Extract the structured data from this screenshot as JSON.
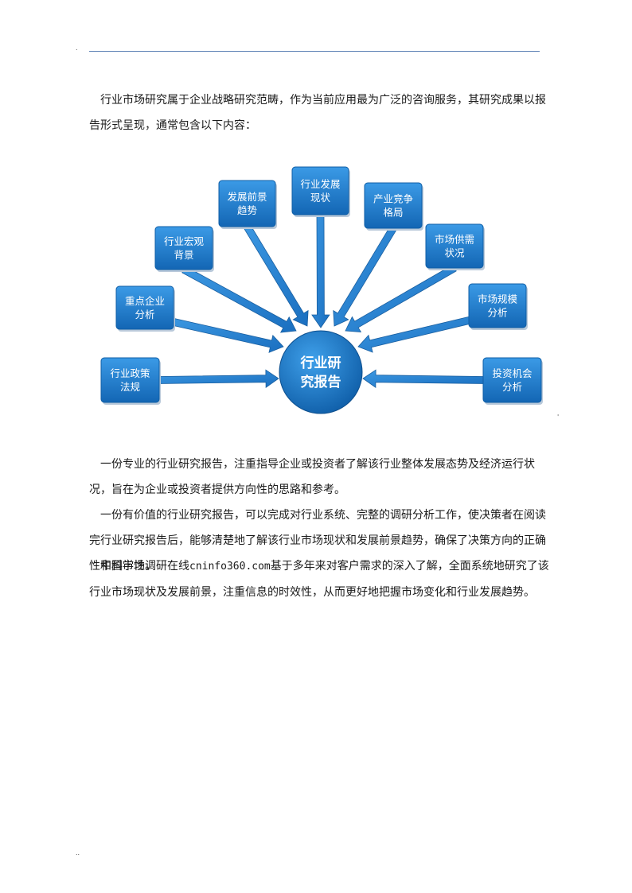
{
  "header": {
    "mark": "."
  },
  "paragraphs": [
    "行业市场研究属于企业战略研究范畴，作为当前应用最为广泛的咨询服务，其研究成果以报告形式呈现，通常包含以下内容：",
    "一份专业的行业研究报告，注重指导企业或投资者了解该行业整体发展态势及经济运行状况，旨在为企业或投资者提供方向性的思路和参考。",
    "一份有价值的行业研究报告，可以完成对行业系统、完整的调研分析工作，使决策者在阅读完行业研究报告后，能够清楚地了解该行业市场现状和发展前景趋势，确保了决策方向的正确性和科学性。"
  ],
  "para4": {
    "before": "中国市场调研在线",
    "site": "cninfo360.com",
    "after": "基于多年来对客户需求的深入了解，全面系统地研究了该行业市场现状及发展前景，注重信息的时效性，从而更好地把握市场变化和行业发展趋势。"
  },
  "diagram": {
    "center": [
      "行业研",
      "究报告"
    ],
    "nodes": [
      [
        "行业政策",
        "法规"
      ],
      [
        "重点企业",
        "分析"
      ],
      [
        "行业宏观",
        "背景"
      ],
      [
        "发展前景",
        "趋势"
      ],
      [
        "行业发展",
        "现状"
      ],
      [
        "产业竞争",
        "格局"
      ],
      [
        "市场供需",
        "状况"
      ],
      [
        "市场规模",
        "分析"
      ],
      [
        "投资机会",
        "分析"
      ]
    ],
    "colors": {
      "box": "#1e7fd0",
      "box_dark": "#0f5ea6",
      "arrow": "#2a88d8",
      "center": "#1672c4"
    }
  },
  "side_mark": "'",
  "footer": {
    "mark": ".."
  }
}
